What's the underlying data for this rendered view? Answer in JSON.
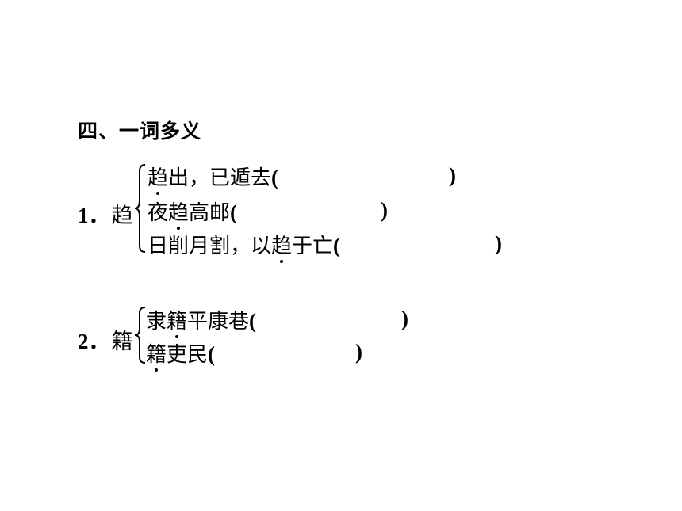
{
  "heading": "四、一词多义",
  "items": [
    {
      "number": "1．",
      "word": "趋",
      "lines": [
        {
          "pre": "",
          "emph": "趋",
          "post": "出，已遁去",
          "open": "(",
          "close": ")"
        },
        {
          "pre": "夜",
          "emph": "趋",
          "post": "高邮",
          "open": "(",
          "close": ")"
        },
        {
          "pre": "日削月割，以",
          "emph": "趋",
          "post": "于亡",
          "open": "(",
          "close": ")"
        }
      ]
    },
    {
      "number": "2．",
      "word": "籍",
      "lines": [
        {
          "pre": "隶",
          "emph": "籍",
          "post": "平康巷",
          "open": "(",
          "close": ")"
        },
        {
          "pre": "",
          "emph": "籍",
          "post": "吏民",
          "open": "(",
          "close": ")"
        }
      ]
    }
  ]
}
